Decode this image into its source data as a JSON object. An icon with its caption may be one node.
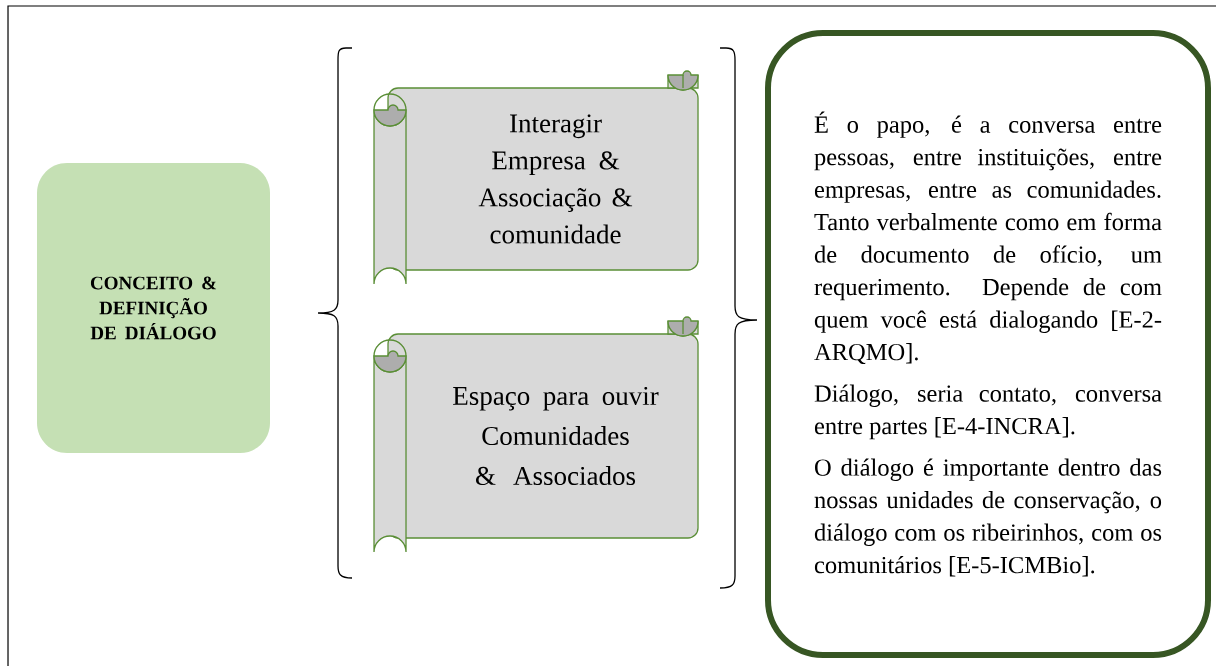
{
  "diagram": {
    "nodes": [
      {
        "text": [
          "CONCEITO & DEFINIÇÃO DE DIÁLOGO"
        ]
      },
      {
        "text": [
          "Interagir Empresa & Associação & comunidade"
        ]
      },
      {
        "text": [
          "Espaço para ouvir Comunidades & Associados"
        ]
      },
      {
        "text": [
          "É o papo, é a conversa entre pessoas, entre instituições, entre empresas, entre as comunidades. Tanto verbalmente como em forma de documento de ofício, um requerimento. Depende de com quem você está dialogando [E-2-ARQMO].",
          "Diálogo, seria contato, conversa entre partes [E-4-INCRA].",
          "O diálogo é importante dentro das nossas unidades de conservação, o diálogo com os ribeirinhos, com os comunitários [E-5-ICMBio]."
        ]
      }
    ]
  }
}
